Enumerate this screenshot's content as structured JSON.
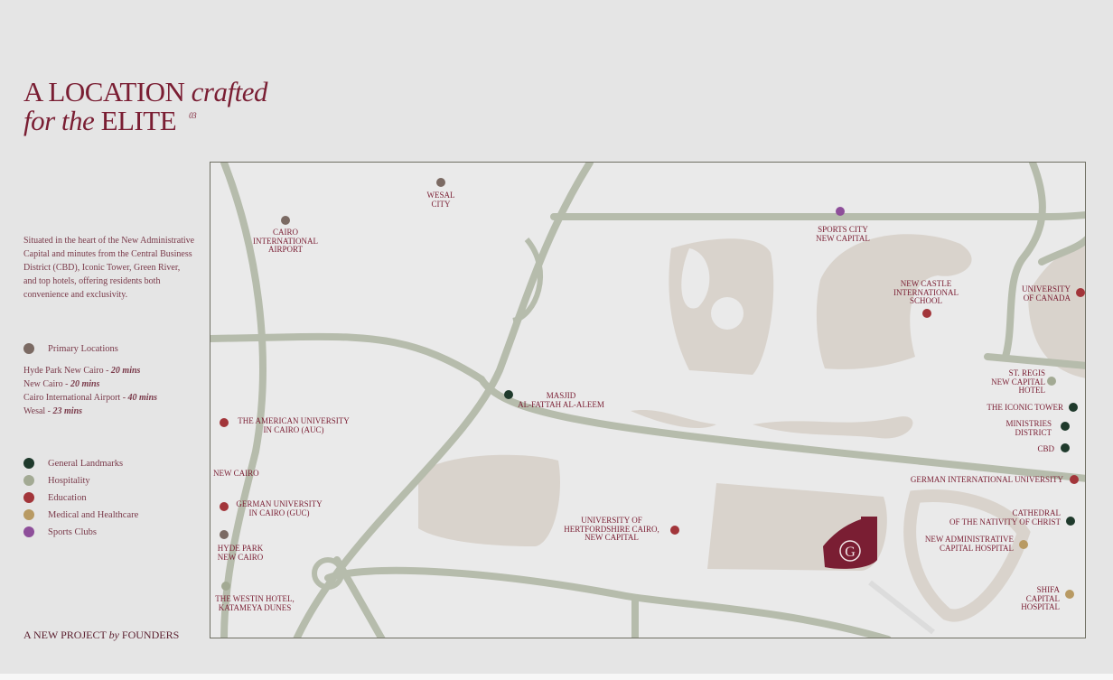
{
  "title": {
    "line1_a": "A LOCATION",
    "line1_b": "crafted",
    "line2_a": "for the",
    "line2_b": "ELITE",
    "page": "03"
  },
  "description": "Situated in the heart of the New Administrative Capital and minutes from the Central Business District (CBD), Iconic Tower, Green River, and top hotels, offering residents both convenience and exclusivity.",
  "primary": {
    "label": "Primary Locations",
    "color": "#7b6a63"
  },
  "times": [
    {
      "place": "Hyde Park New Cairo - ",
      "time": "20 mins"
    },
    {
      "place": "New Cairo - ",
      "time": "20 mins"
    },
    {
      "place": "Cairo International Airport - ",
      "time": "40 mins"
    },
    {
      "place": "Wesal - ",
      "time": "23 mins"
    }
  ],
  "legend": [
    {
      "label": "General Landmarks",
      "color": "#1f3a2c"
    },
    {
      "label": "Hospitality",
      "color": "#a3aa94"
    },
    {
      "label": "Education",
      "color": "#a2353a"
    },
    {
      "label": "Medical and Healthcare",
      "color": "#b89a63"
    },
    {
      "label": "Sports Clubs",
      "color": "#8e4f9a"
    }
  ],
  "footer": {
    "a": "A NEW PROJECT",
    "b": "by",
    "c": "FOUNDERS"
  },
  "logo_letter": "G",
  "map_labels": {
    "wesal": "WESAL\nCITY",
    "airport": "CAIRO\nINTERNATIONAL\nAIRPORT",
    "sports_city": "SPORTS CITY\nNEW CAPITAL",
    "new_castle": "NEW CASTLE\nINTERNATIONAL\nSCHOOL",
    "uni_canada": "UNIVERSITY\nOF CANADA",
    "st_regis": "ST. REGIS\nNEW CAPITAL\nHOTEL",
    "iconic": "THE ICONIC TOWER",
    "ministries": "MINISTRIES\nDISTRICT",
    "cbd": "CBD",
    "german_intl": "GERMAN INTERNATIONAL UNIVERSITY",
    "cathedral": "CATHEDRAL\nOF THE NATIVITY OF CHRIST",
    "nac_hospital": "NEW ADMINISTRATIVE\nCAPITAL HOSPITAL",
    "shifa": "SHIFA\nCAPITAL\nHOSPITAL",
    "masjid": "MASJID\nAL-FATTAH AL-ALEEM",
    "auc": "THE AMERICAN UNIVERSITY\nIN CAIRO (AUC)",
    "new_cairo": "NEW CAIRO",
    "guc": "GERMAN UNIVERSITY\nIN CAIRO (GUC)",
    "hyde": "HYDE PARK\nNEW CAIRO",
    "westin": "THE WESTIN HOTEL,\nKATAMEYA DUNES",
    "herts": "UNIVERSITY OF\nHERTFORDSHIRE CAIRO,\nNEW CAPITAL"
  }
}
